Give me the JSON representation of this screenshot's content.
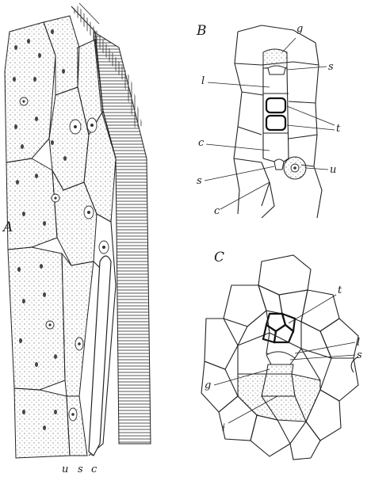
{
  "figure": {
    "panels": [
      {
        "id": "A",
        "label": "A",
        "bottom_labels": [
          "u",
          "s",
          "c"
        ]
      },
      {
        "id": "B",
        "label": "B",
        "callouts": [
          "g",
          "s",
          "l",
          "t",
          "c",
          "s",
          "u",
          "c"
        ]
      },
      {
        "id": "C",
        "label": "C",
        "callouts": [
          "t",
          "l",
          "s",
          "g",
          "i"
        ]
      }
    ]
  }
}
